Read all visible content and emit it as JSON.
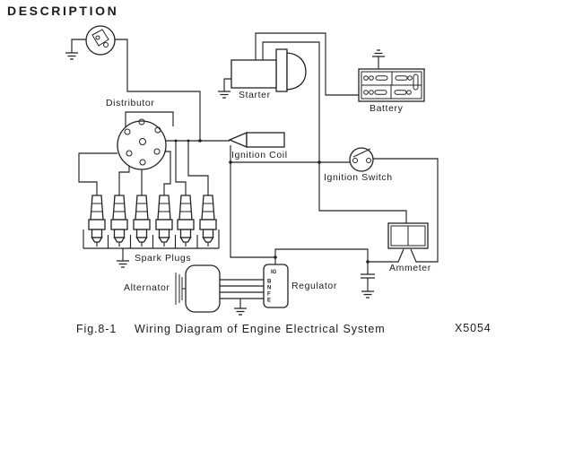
{
  "page": {
    "heading": "DESCRIPTION",
    "caption": {
      "fig_label": "Fig.8-1",
      "title": "Wiring Diagram of Engine Electrical System",
      "code": "X5054"
    }
  },
  "diagram": {
    "labels": {
      "distributor": "Distributor",
      "starter": "Starter",
      "battery": "Battery",
      "ignition_coil": "Ignition Coil",
      "ignition_switch": "Ignition Switch",
      "spark_plugs": "Spark Plugs",
      "alternator": "Alternator",
      "regulator": "Regulator",
      "ammeter": "Ammeter"
    },
    "regulator_terminals": [
      "IG",
      "B",
      "N",
      "F",
      "E"
    ],
    "line_color": "#222222",
    "background_color": "#ffffff"
  }
}
